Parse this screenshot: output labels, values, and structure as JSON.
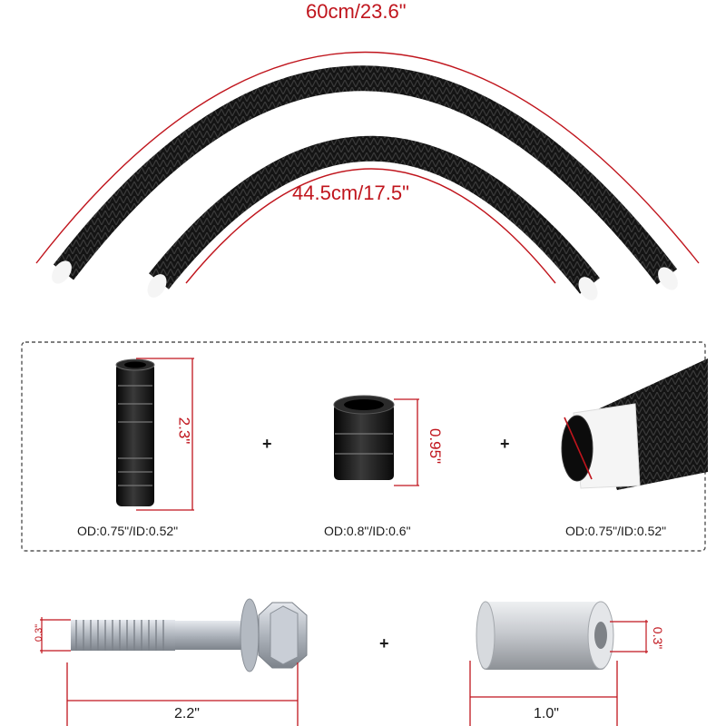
{
  "hoses": {
    "long_length": "60cm/23.6\"",
    "short_length": "44.5cm/17.5\""
  },
  "fittings_box": {
    "barb_fitting": {
      "height": "2.3\"",
      "caption": "OD:0.75\"/ID:0.52\""
    },
    "ring_fitting": {
      "height": "0.95\"",
      "caption": "OD:0.8\"/ID:0.6\""
    },
    "hose_end": {
      "caption": "OD:0.75\"/ID:0.52\""
    },
    "plus": "+"
  },
  "hardware": {
    "bolt": {
      "diameter": "0.3\"",
      "length": "2.2\""
    },
    "spacer": {
      "bore": "0.3\"",
      "length": "1.0\""
    },
    "plus": "+"
  },
  "colors": {
    "dimension": "#c0151d",
    "hose": "#111111",
    "hose_end": "#f5f5f5",
    "metal": "#c9ccd1"
  }
}
